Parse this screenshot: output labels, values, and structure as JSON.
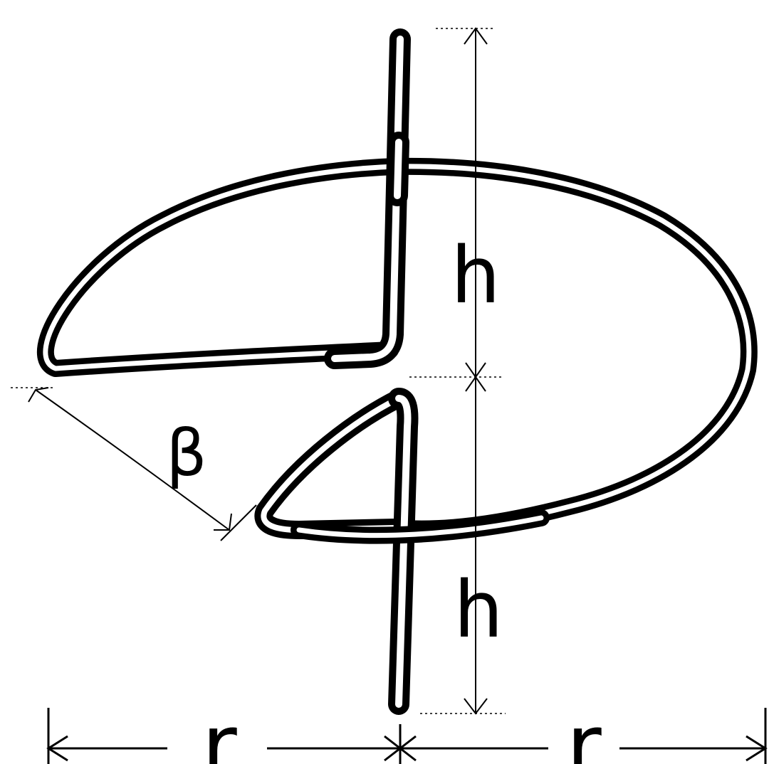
{
  "figure": {
    "labels": {
      "h_upper": "h",
      "h_lower": "h",
      "beta": "β",
      "r_left": "r",
      "r_right": "r"
    }
  }
}
